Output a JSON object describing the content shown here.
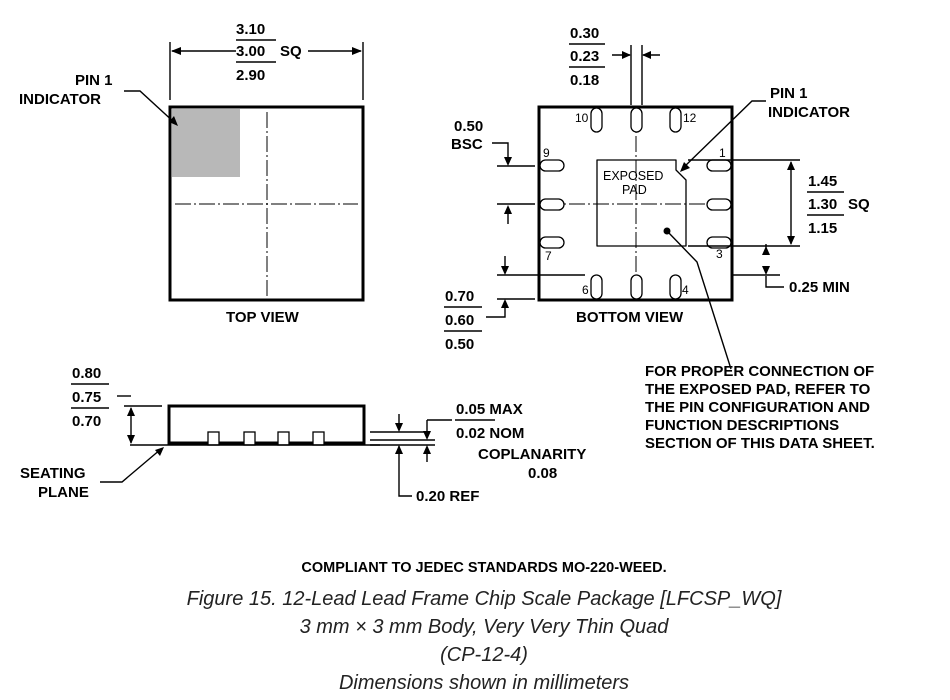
{
  "top_view": {
    "width_max": "3.10",
    "width_nom": "3.00",
    "width_min": "2.90",
    "sq": "SQ",
    "pin1_line1": "PIN 1",
    "pin1_line2": "INDICATOR",
    "label": "TOP VIEW"
  },
  "bottom_view": {
    "lead_width_max": "0.30",
    "lead_width_nom": "0.23",
    "lead_width_min": "0.18",
    "pitch_value": "0.50",
    "pitch_unit": "BSC",
    "pin1_line1": "PIN 1",
    "pin1_line2": "INDICATOR",
    "pad_line1": "EXPOSED",
    "pad_line2": "PAD",
    "pad_max": "1.45",
    "pad_nom": "1.30",
    "pad_min": "1.15",
    "pad_sq": "SQ",
    "lead_len_max": "0.70",
    "lead_len_nom": "0.60",
    "lead_len_min": "0.50",
    "min_gap": "0.25 MIN",
    "label": "BOTTOM VIEW",
    "pin_numbers": [
      "1",
      "3",
      "4",
      "6",
      "7",
      "9",
      "10",
      "12"
    ]
  },
  "note": {
    "line1": "FOR PROPER CONNECTION OF",
    "line2": "THE EXPOSED PAD, REFER TO",
    "line3": "THE PIN CONFIGURATION AND",
    "line4": "FUNCTION DESCRIPTIONS",
    "line5": "SECTION OF THIS DATA SHEET."
  },
  "side_view": {
    "height_max": "0.80",
    "height_nom": "0.75",
    "height_min": "0.70",
    "standoff_max": "0.05 MAX",
    "standoff_nom": "0.02 NOM",
    "coplanarity_label": "COPLANARITY",
    "coplanarity_value": "0.08",
    "ref": "0.20 REF",
    "seating_line1": "SEATING",
    "seating_line2": "PLANE"
  },
  "footer": {
    "compliance": "COMPLIANT TO JEDEC STANDARDS MO-220-WEED.",
    "caption1": "Figure 15. 12-Lead Lead Frame Chip Scale Package [LFCSP_WQ]",
    "caption2": "3 mm × 3 mm Body, Very Very Thin Quad",
    "caption3": "(CP-12-4)",
    "caption4": "Dimensions shown in millimeters"
  }
}
